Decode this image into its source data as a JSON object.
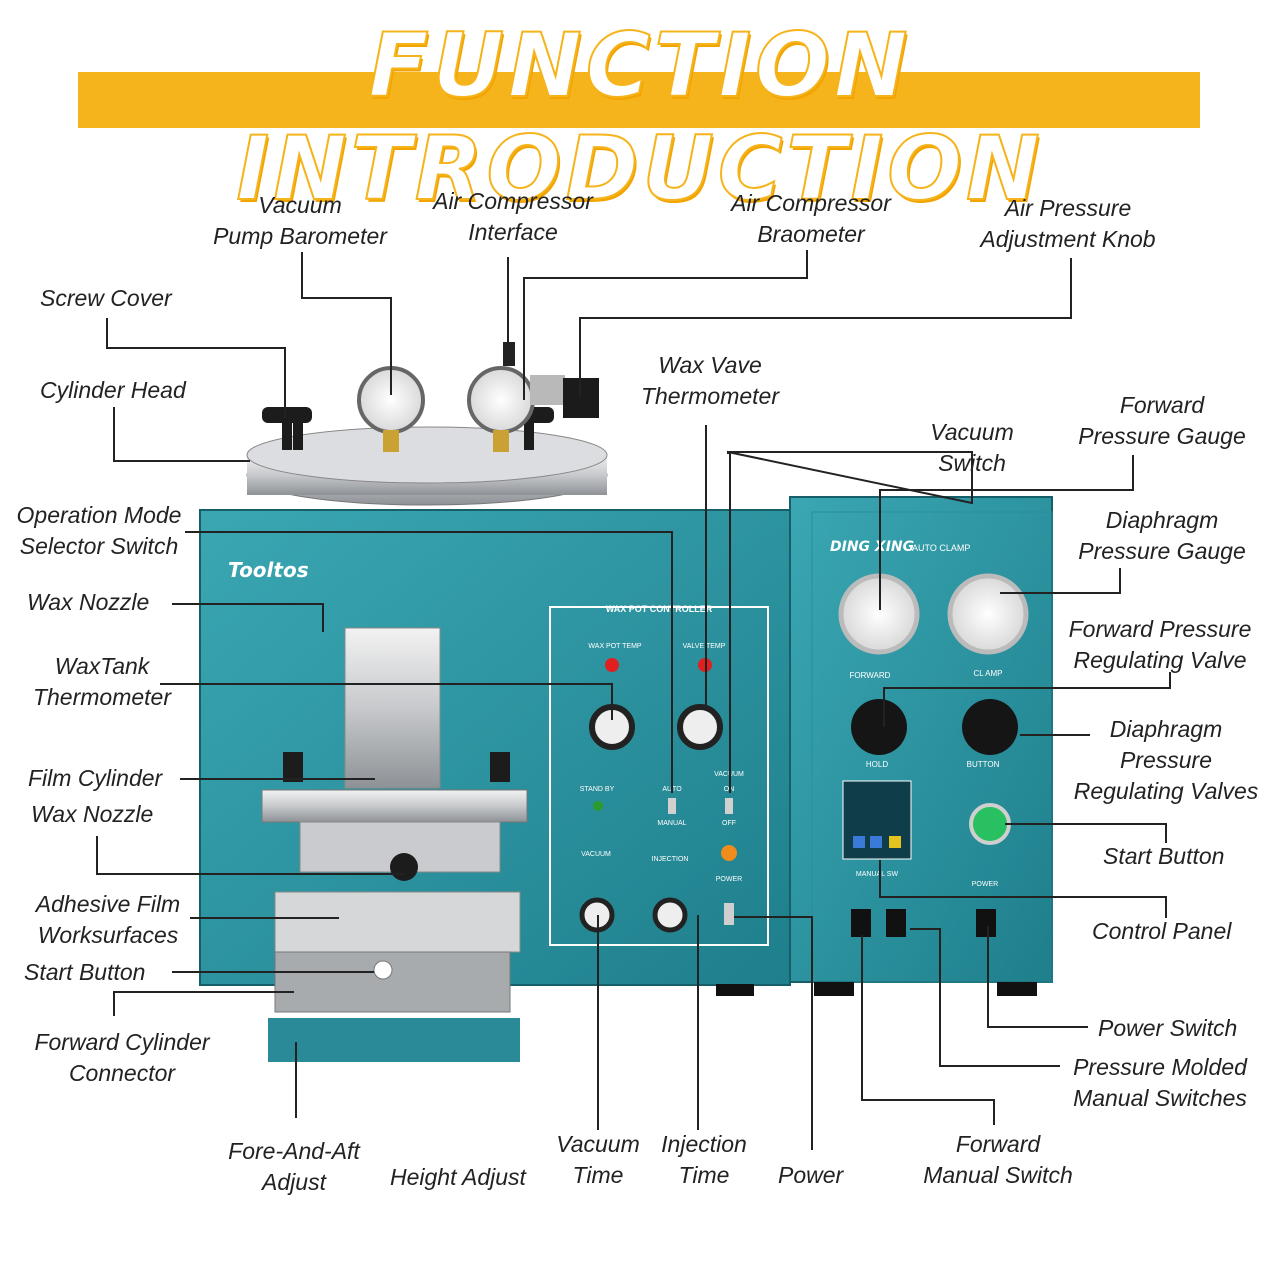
{
  "header": {
    "title": "FUNCTION  INTRODUCTION"
  },
  "machine": {
    "brand": "Tooltos",
    "right_brand": "DING XING",
    "right_brand_sub": "AUTO CLAMP",
    "controller_title": "WAX POT CONTROLLER",
    "wax_pot_temp": "WAX POT TEMP",
    "valve_temp": "VALVE TEMP",
    "stand_by": "STAND BY",
    "auto": "AUTO",
    "manual": "MANUAL",
    "vacuum": "VACUUM",
    "on": "ON",
    "off": "OFF",
    "injection": "INJECTION",
    "power": "POWER",
    "forward": "FORWARD",
    "clamp": "CL AMP",
    "hold": "HOLD",
    "button": "BUTTON",
    "manual_sw": "MANUAL SW",
    "power_right": "POWER"
  },
  "labels": {
    "vacuum_pump_barometer": [
      "Vacuum",
      "Pump Barometer"
    ],
    "air_compressor_interface": [
      "Air Compressor",
      "Interface"
    ],
    "air_compressor_braometer": [
      "Air Compressor",
      "Braometer"
    ],
    "air_pressure_adjustment_knob": [
      "Air Pressure",
      "Adjustment Knob"
    ],
    "screw_cover": "Screw Cover",
    "cylinder_head": "Cylinder Head",
    "wax_vave_thermometer": [
      "Wax Vave",
      "Thermometer"
    ],
    "vacuum_switch": [
      "Vacuum",
      "Switch"
    ],
    "forward_pressure_gauge": [
      "Forward",
      "Pressure Gauge"
    ],
    "operation_mode_selector_switch": [
      "Operation Mode",
      "Selector Switch"
    ],
    "diaphragm_pressure_gauge": [
      "Diaphragm",
      "Pressure Gauge"
    ],
    "wax_nozzle_top": "Wax Nozzle",
    "forward_pressure_regulating_valve": [
      "Forward Pressure",
      "Regulating Valve"
    ],
    "waxtank_thermometer": [
      "WaxTank",
      "Thermometer"
    ],
    "diaphragm_pressure_regulating_valves": [
      "Diaphragm",
      "Pressure",
      "Regulating Valves"
    ],
    "film_cylinder": "Film Cylinder",
    "wax_nozzle_bottom": "Wax Nozzle",
    "start_button_right": "Start Button",
    "adhesive_film_worksurfaces": [
      "Adhesive Film",
      "Worksurfaces"
    ],
    "control_panel": "Control Panel",
    "start_button_left": "Start Button",
    "power_switch": "Power Switch",
    "forward_cylinder_connector": [
      "Forward Cylinder",
      "Connector"
    ],
    "pressure_molded_manual_switches": [
      "Pressure Molded",
      "Manual Switches"
    ],
    "fore_and_aft_adjust": [
      "Fore-And-Aft",
      "Adjust"
    ],
    "height_adjust": "Height Adjust",
    "vacuum_time": [
      "Vacuum",
      "Time"
    ],
    "injection_time": [
      "Injection",
      "Time"
    ],
    "power": "Power",
    "forward_manual_switch": [
      "Forward",
      "Manual Switch"
    ]
  }
}
